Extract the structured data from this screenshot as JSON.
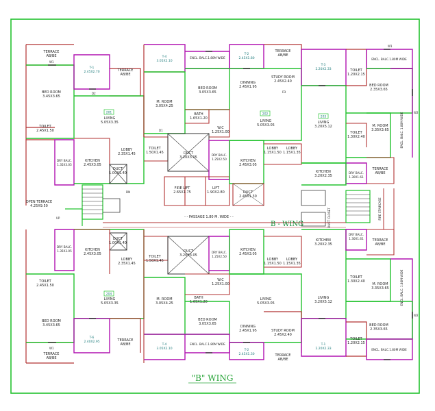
{
  "title": "\"B\" WING",
  "wing_label": "B - WING",
  "passage": "- - PASSAGE 1.80 M. WIDE - -",
  "open_terrace": [
    "OPEN TERRACE",
    "4.25X9.50"
  ],
  "duct_closet": "DUCT CLOSET",
  "fire_staircase": "FIRE STAIRCASE",
  "lifts": {
    "fire_lift": [
      "FIRE LIFT",
      "2.65X1.75"
    ],
    "lift": [
      "LIFT",
      "1.90X2.80"
    ]
  },
  "units": [
    "201",
    "202",
    "203",
    "204"
  ],
  "colors": {
    "wall_green": "#22c22e",
    "wall_magenta": "#b012b0",
    "wall_red": "#b03030",
    "line_dark": "#333333"
  },
  "rooms_top": [
    {
      "l1": "TERRACE",
      "l2": "AB/BE"
    },
    {
      "l1": "T-1",
      "l2": "2.45X2.70"
    },
    {
      "l1": "TERRACE",
      "l2": "AB/BE"
    },
    {
      "l1": "T-4",
      "l2": "3.05X2.10"
    },
    {
      "l1": "ENCL. BALC.1.80M WIDE",
      "l2": ""
    },
    {
      "l1": "T-2",
      "l2": "2.45X1.80"
    },
    {
      "l1": "TERRACE",
      "l2": "AB/BE"
    },
    {
      "l1": "T-3",
      "l2": "2.20X2.33"
    },
    {
      "l1": "ENCL. BALC.1.80M WIDE",
      "l2": ""
    },
    {
      "l1": "BED ROOM",
      "l2": "3.45X3.65"
    },
    {
      "l1": "M. ROOM",
      "l2": "3.05X4.25"
    },
    {
      "l1": "BED ROOM",
      "l2": "3.05X3.65"
    },
    {
      "l1": "DINNING",
      "l2": "2.45X1.95"
    },
    {
      "l1": "STUDY ROOM",
      "l2": "2.45X2.40"
    },
    {
      "l1": "TOILET",
      "l2": "1.20X2.15"
    },
    {
      "l1": "BED ROOM",
      "l2": "2.35X3.65"
    },
    {
      "l1": "ENCL. BALC. 1.80M WIDE",
      "l2": ""
    },
    {
      "l1": "LIVING",
      "l2": "5.05X3.35"
    },
    {
      "l1": "BATH",
      "l2": "1.65X1.20"
    },
    {
      "l1": "W.C",
      "l2": "1.25X1.00"
    },
    {
      "l1": "LIVING",
      "l2": "5.05X3.05"
    },
    {
      "l1": "LIVING",
      "l2": "3.20X5.12"
    },
    {
      "l1": "TOILET",
      "l2": "2.45X1.50"
    },
    {
      "l1": "TOILET",
      "l2": "1.50X1.45"
    },
    {
      "l1": "DUCT",
      "l2": "3.20X3.05"
    },
    {
      "l1": "DRY BALC.",
      "l2": "1.35X3.05"
    },
    {
      "l1": "KITCHEN",
      "l2": "2.45X3.05"
    },
    {
      "l1": "LOBBY",
      "l2": "2.35X1.45"
    },
    {
      "l1": "DRY BALC.",
      "l2": "1.25X2.50"
    },
    {
      "l1": "KITCHEN",
      "l2": "2.45X3.05"
    },
    {
      "l1": "LOBBY",
      "l2": "1.15X1.50"
    },
    {
      "l1": "LOBBY",
      "l2": "1.15X1.35"
    },
    {
      "l1": "TOILET",
      "l2": "1.30X2.40"
    },
    {
      "l1": "M. ROOM",
      "l2": "3.35X3.65"
    },
    {
      "l1": "DUCT",
      "l2": "1.00X1.40"
    },
    {
      "l1": "DUCT",
      "l2": "2.45X1.30"
    },
    {
      "l1": "KITCHEN",
      "l2": "3.20X2.35"
    },
    {
      "l1": "DRY BALC.",
      "l2": "1.30X1.61"
    },
    {
      "l1": "TERRACE",
      "l2": "AB/BE"
    }
  ],
  "rooms_bottom": [
    {
      "l1": "DRY BALC.",
      "l2": "1.35X3.05"
    },
    {
      "l1": "KITCHEN",
      "l2": "2.45X3.05"
    },
    {
      "l1": "DUCT",
      "l2": "1.00X1.40"
    },
    {
      "l1": "DUCT",
      "l2": "3.20X3.05"
    },
    {
      "l1": "DRY BALC.",
      "l2": "1.25X2.50"
    },
    {
      "l1": "KITCHEN",
      "l2": "2.45X3.05"
    },
    {
      "l1": "KITCHEN",
      "l2": "3.20X2.35"
    },
    {
      "l1": "DRY BALC.",
      "l2": "1.30X1.61"
    },
    {
      "l1": "TERRACE",
      "l2": "AB/BE"
    },
    {
      "l1": "LOBBY",
      "l2": "2.35X1.45"
    },
    {
      "l1": "TOILET",
      "l2": "1.50X1.45"
    },
    {
      "l1": "LOBBY",
      "l2": "1.15X1.50"
    },
    {
      "l1": "LOBBY",
      "l2": "1.15X1.35"
    },
    {
      "l1": "TOILET",
      "l2": "2.45X1.50"
    },
    {
      "l1": "W.C",
      "l2": "1.25X1.00"
    },
    {
      "l1": "TOILET",
      "l2": "1.30X2.40"
    },
    {
      "l1": "M. ROOM",
      "l2": "3.35X3.65"
    },
    {
      "l1": "ENCL. BALC. 1.80M WIDE",
      "l2": ""
    },
    {
      "l1": "LIVING",
      "l2": "5.05X3.35"
    },
    {
      "l1": "M. ROOM",
      "l2": "3.05X4.25"
    },
    {
      "l1": "BATH",
      "l2": "1.65X1.20"
    },
    {
      "l1": "LIVING",
      "l2": "5.05X3.05"
    },
    {
      "l1": "LIVING",
      "l2": "3.20X5.12"
    },
    {
      "l1": "BED ROOM",
      "l2": "3.45X3.65"
    },
    {
      "l1": "BED ROOM",
      "l2": "3.05X3.65"
    },
    {
      "l1": "DINNING",
      "l2": "2.45X1.95"
    },
    {
      "l1": "STUDY ROOM",
      "l2": "2.45X2.40"
    },
    {
      "l1": "BED ROOM",
      "l2": "2.35X3.65"
    },
    {
      "l1": "T-6",
      "l2": "2.40X2.95"
    },
    {
      "l1": "TERRACE",
      "l2": "AB/BE"
    },
    {
      "l1": "T-4",
      "l2": "3.05X2.10"
    },
    {
      "l1": "ENCL. BALC.1.80M WIDE",
      "l2": ""
    },
    {
      "l1": "T-2",
      "l2": "2.45X1.30"
    },
    {
      "l1": "TERRACE",
      "l2": "AB/BE"
    },
    {
      "l1": "T-1",
      "l2": "2.20X2.33"
    },
    {
      "l1": "TOILET",
      "l2": "1.20X2.15"
    },
    {
      "l1": "ENCL. BALC.1.80M WIDE",
      "l2": ""
    },
    {
      "l1": "TERRACE",
      "l2": "AB/BE"
    }
  ],
  "small_tags": [
    "W1",
    "D1",
    "D2",
    "FD",
    "UP",
    "DN",
    "W2"
  ]
}
